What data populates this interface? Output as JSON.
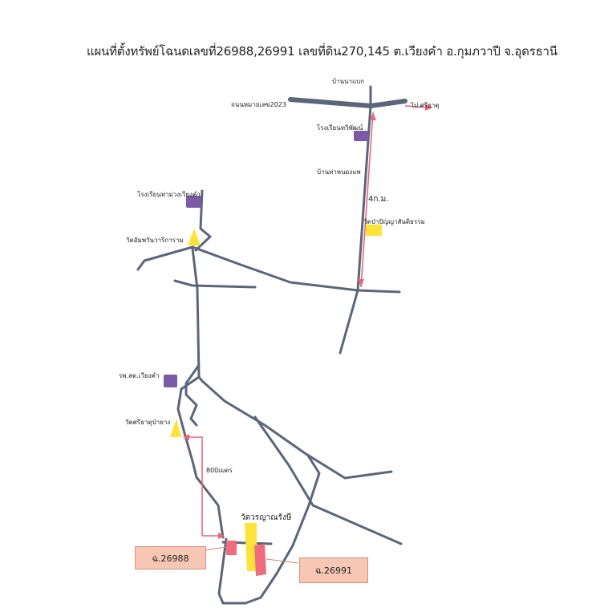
{
  "title": "แผนที่ตั้งทรัพย์โฉนดเลขที่26988,26991 เลขที่ดิน270,145 ต.เวียงคำ อ.กุมภวาปี จ.อุดรธานี",
  "labels": {
    "ban_na_baek": "บ้านนาแบก",
    "highway": "ถนนหมายเลข2023",
    "to_si_that": "ไป.ศรีธาตุ",
    "school_thiphamn": "โรงเรียนทวิพัฒน์",
    "ban_tha_nong_khae": "บ้านท่าหนองแพ",
    "dist_4km": "4ก.ม.",
    "wat_pa_panya": "วัดป่าปัญญาสันติธรรม",
    "school_tha_muang": "โรงเรียนท่าม่วงเวียงคำ",
    "wat_umphon": "วัดอัมพวันวาริการาม",
    "hospital": "รพ.สต.เวียงคำ",
    "wat_si_that": "วัดศรีธาตุป่ายาง",
    "dist_800m": "800เมตร",
    "wat_yan": "วัดวรญาณรังษี",
    "parcel_1": "ฉ.26988",
    "parcel_2": "ฉ.26991"
  },
  "colors": {
    "road": "#5c667a",
    "school": "#7b5aa6",
    "temple": "#fde23a",
    "parcel": "#f06b7d",
    "arrow": "#e8677a",
    "label_box": "#f7c6b5"
  },
  "icons": [
    "school-marker",
    "temple-marker",
    "parcel-marker",
    "distance-arrow"
  ]
}
